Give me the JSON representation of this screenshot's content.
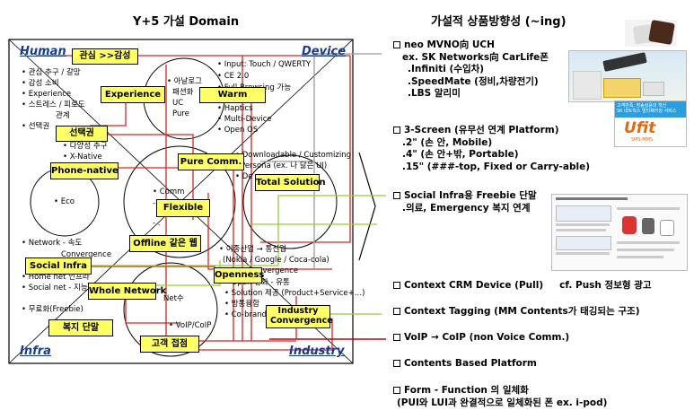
{
  "left_title": "Y+5 가설 Domain",
  "right_title": "가설적 상품방향성 (~ing)",
  "corners": {
    "human": "Human",
    "device": "Device",
    "infra": "Infra",
    "industry": "Industry"
  },
  "human_bullets": [
    "관심 추구 / 갈망",
    "감성 소비",
    "Experience",
    "스트레스 / 피로도",
    "관계",
    "선택권"
  ],
  "experience_bullets": [
    "아날로그",
    "패션화",
    "UC",
    "Pure"
  ],
  "device_bullets": [
    "Input: Touch / QWERTY",
    "CE 2.0",
    "Full Browsing 가능",
    "Haptics",
    "Multi-Device",
    "Open OS"
  ],
  "choice_bullets": [
    "다양성 추구",
    "X-Native"
  ],
  "eco_label": "Eco",
  "downloadable": [
    "Downloadable / Customizing",
    "Persona (ex. 나 닮은 UI)",
    "De"
  ],
  "center_bullets": [
    "Comm",
    "- ..",
    "- ."
  ],
  "infra_bullets": [
    "Network - 속도",
    "Convergence",
    "Home net 인프라",
    "Social net - 지능"
  ],
  "free_label": "무료화(Freebie)",
  "industry_bullets": [
    "이종산업 → 통신업",
    "(Nokia / Google / Coca-cola)",
    "Convergence",
    "Open 변화 - 유통",
    "Solution 제공 (Product+Service+…)",
    "방통융합",
    "Co-branding"
  ],
  "net_labels": [
    "Net수",
    "VoIP/CoIP"
  ],
  "yellow_boxes": {
    "interest": "관심 >>감성",
    "experience": "Experience",
    "warm": "Warm",
    "choice": "선택권",
    "phone_native": "Phone-native",
    "pure_comm": "Pure Comm.",
    "total_solution": "Total Solution",
    "flexible": "Flexible",
    "offline_web": "Offline 같은 웹",
    "social_infra": "Social Infra",
    "openness": "Openness",
    "whole_network": "Whole Network",
    "industry_conv": "Industry Convergence",
    "welfare": "복지 단말",
    "customer": "고객 접점"
  },
  "right_items": [
    {
      "lines": [
        "neo MVNO向 UCH",
        "ex. SK Networks向 CarLife폰",
        ".Infiniti (수입차)",
        ".SpeedMate (정비,차량전기)",
        ".LBS 알리미"
      ]
    },
    {
      "lines": [
        "3-Screen (유무선 연계 Platform)",
        ".2\" (손 안, Mobile)",
        ".4\" (손 안+밖, Portable)",
        ".15\" (###-top, Fixed or Carry-able)"
      ]
    },
    {
      "lines": [
        "Social Infra용 Freebie 단말",
        ".의료, Emergency 복지 연계"
      ]
    },
    {
      "lines": [
        "Context CRM Device (Pull)",
        "cf. Push 정보형 광고"
      ]
    },
    {
      "lines": [
        "Context Tagging (MM Contents가 태깅되는 구조)"
      ]
    },
    {
      "lines": [
        "VoIP → CoIP (non Voice Comm.)"
      ]
    },
    {
      "lines": [
        "Contents Based Platform"
      ]
    },
    {
      "lines": [
        "Form - Function 의 일체화",
        "(PUI와 LUI과 완결적으로 일체화된 폰 ex. i-pod)"
      ]
    }
  ],
  "ufit": {
    "brand": "Ufit",
    "sub": "SMS·MMS",
    "banner": "고객만족, 방송실용의 혁신",
    "banner2": "SK 네트웍스 멀티패키징 서비스"
  }
}
